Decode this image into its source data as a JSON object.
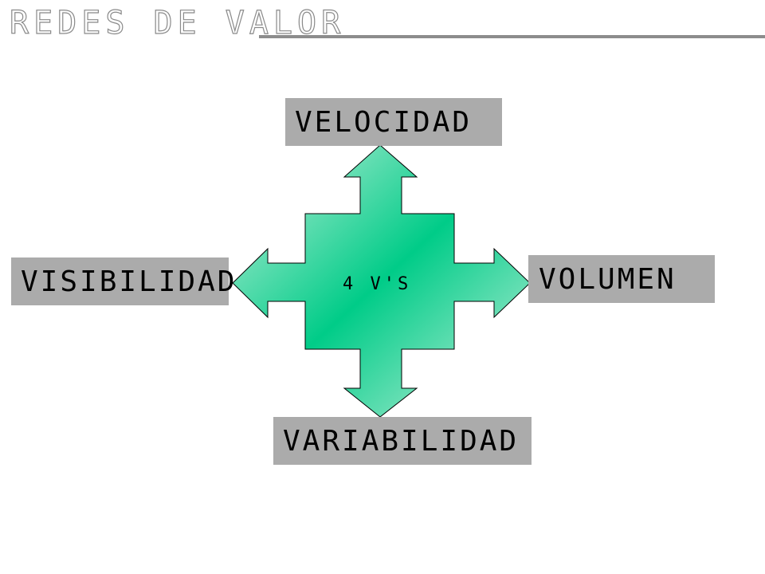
{
  "slide": {
    "title": "REDES DE VALOR"
  },
  "diagram": {
    "center_label": "4 V'S",
    "labels": {
      "top": "VELOCIDAD",
      "right": "VOLUMEN",
      "bottom": "VARIABILIDAD",
      "left": "VISIBILIDAD"
    }
  },
  "colors": {
    "gradient_dark": "#00cc88",
    "gradient_light": "#c8f0dd",
    "label_fill": "#ababab",
    "title_outline": "#8a8a8a",
    "title_rule": "#8c8c8c"
  }
}
